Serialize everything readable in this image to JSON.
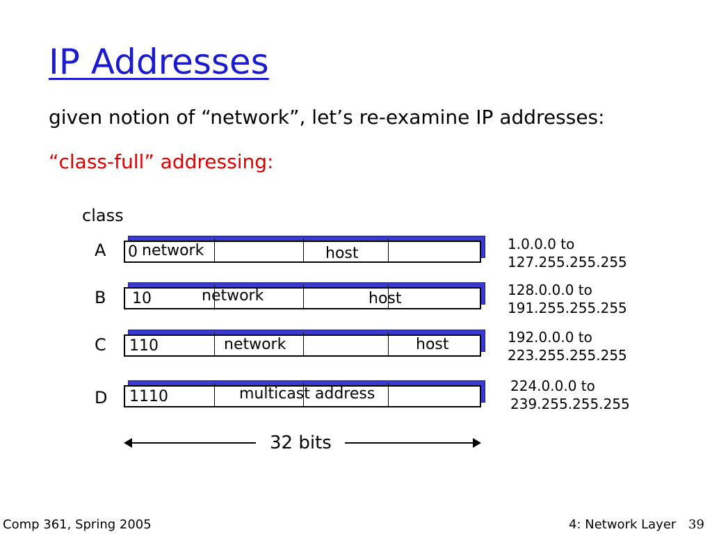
{
  "title": "IP Addresses",
  "subtitle": "given notion of “network”, let’s re-examine IP addresses:",
  "red_heading": "“class-full” addressing:",
  "class_label": "class",
  "rows": [
    {
      "letter": "A",
      "prefix": "0",
      "field1": "network",
      "field2": "host",
      "range1": "1.0.0.0 to",
      "range2": "127.255.255.255"
    },
    {
      "letter": "B",
      "prefix": "10",
      "field1": "network",
      "field2": "host",
      "range1": "128.0.0.0 to",
      "range2": "191.255.255.255"
    },
    {
      "letter": "C",
      "prefix": "110",
      "field1": "network",
      "field2": "host",
      "range1": "192.0.0.0 to",
      "range2": "223.255.255.255"
    },
    {
      "letter": "D",
      "prefix": "1110",
      "field1": "multicast address",
      "range1": "224.0.0.0 to",
      "range2": "239.255.255.255"
    }
  ],
  "bits_label": "32 bits",
  "footer_left": "Comp 361, Spring 2005",
  "footer_right": "4: Network Layer",
  "page_number": "39",
  "colors": {
    "title": "#1a1ad0",
    "red": "#e00000",
    "shadow": "#3a3ad0"
  }
}
